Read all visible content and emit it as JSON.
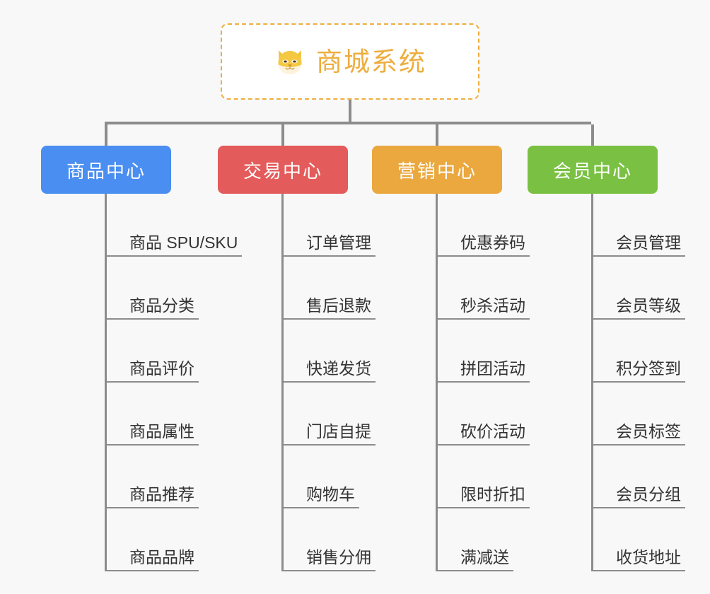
{
  "background_color": "#f8f8f8",
  "root": {
    "title": "商城系统",
    "icon": "shiba-dog-face-emoji",
    "text_color": "#edad3e",
    "border_color": "#eeae3f",
    "fill_color": "#ffffff"
  },
  "connector_color": "#8c8c8c",
  "branches": [
    {
      "label": "商品中心",
      "color": "#4a8ef1",
      "items": [
        "商品 SPU/SKU",
        "商品分类",
        "商品评价",
        "商品属性",
        "商品推荐",
        "商品品牌"
      ]
    },
    {
      "label": "交易中心",
      "color": "#e45b5b",
      "items": [
        "订单管理",
        "售后退款",
        "快递发货",
        "门店自提",
        "购物车",
        "销售分佣"
      ]
    },
    {
      "label": "营销中心",
      "color": "#eaa83f",
      "items": [
        "优惠券码",
        "秒杀活动",
        "拼团活动",
        "砍价活动",
        "限时折扣",
        "满减送"
      ]
    },
    {
      "label": "会员中心",
      "color": "#7ac143",
      "items": [
        "会员管理",
        "会员等级",
        "积分签到",
        "会员标签",
        "会员分组",
        "收货地址"
      ]
    }
  ]
}
